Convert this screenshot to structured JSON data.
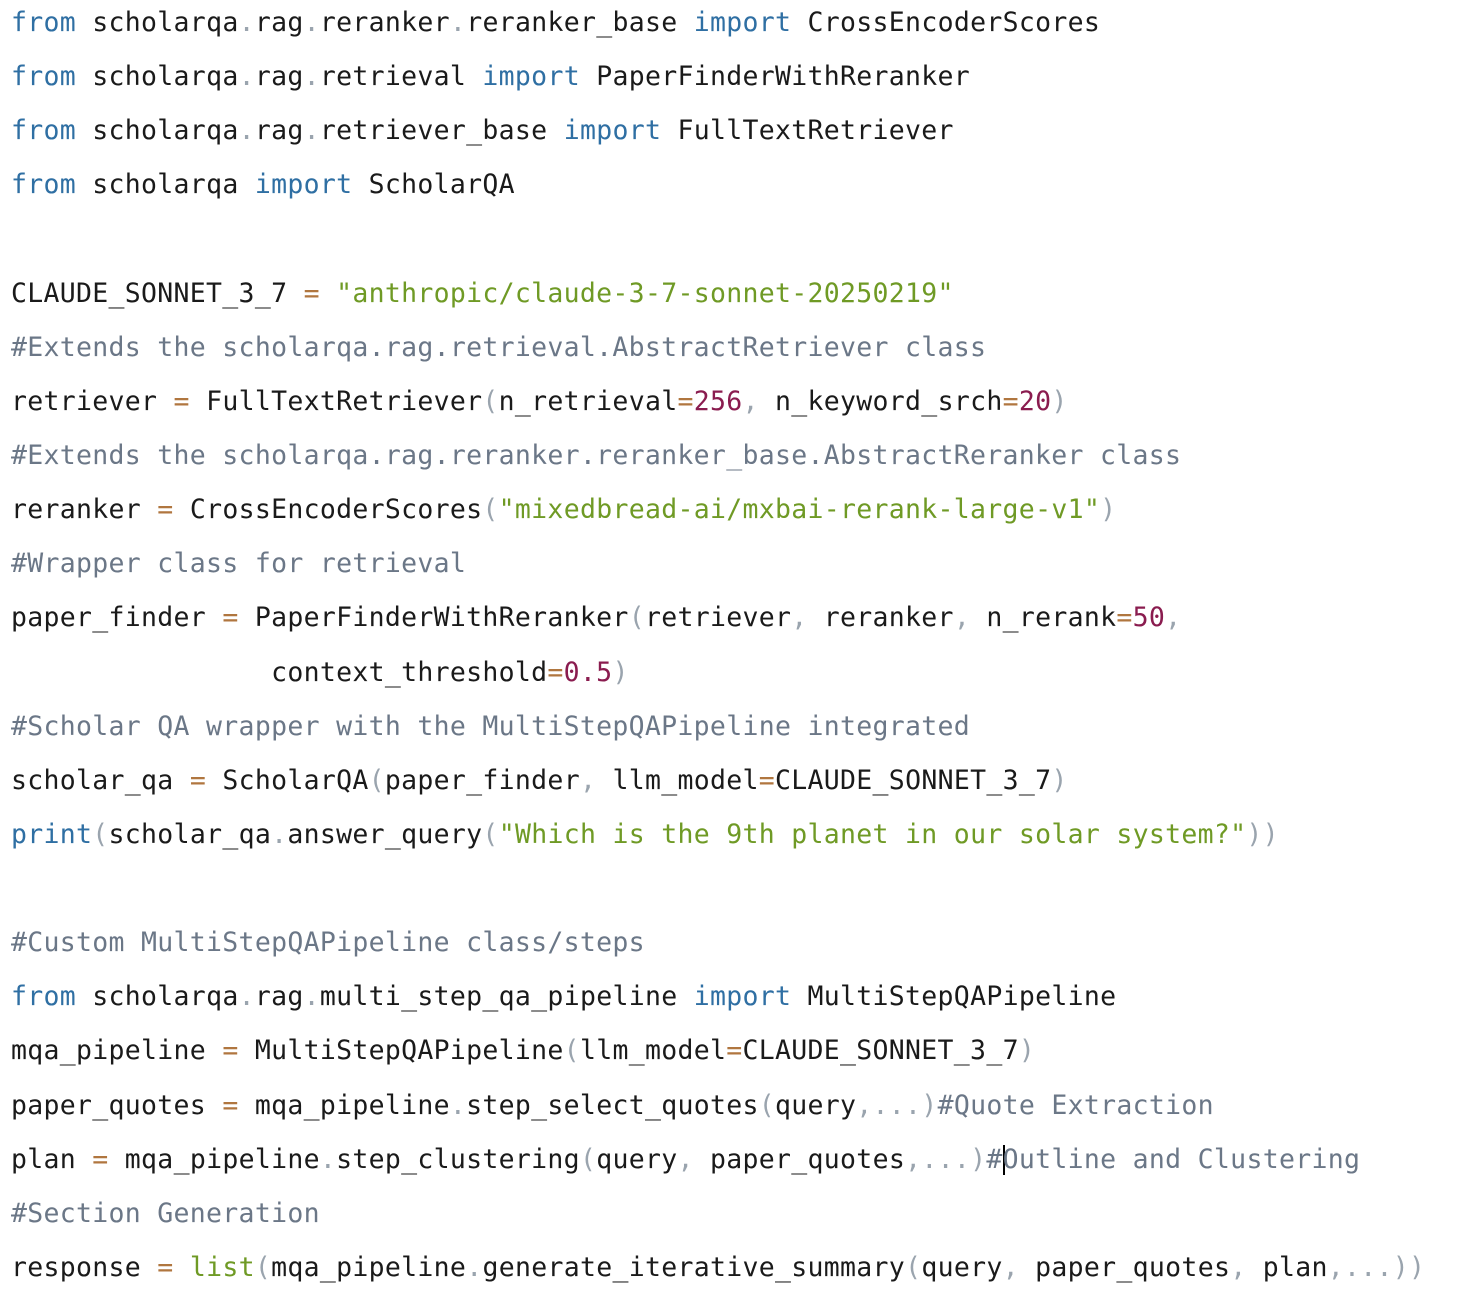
{
  "editor": {
    "colors": {
      "background": "#ffffff",
      "keyword": "#2f6fa3",
      "string": "#6f9a25",
      "number": "#8a1c4f",
      "comment": "#6b7787",
      "punctuation": "#9aa4ae",
      "operator": "#b0763f",
      "text": "#1a1a1a"
    },
    "lines": [
      [
        {
          "t": "from",
          "k": "keyword"
        },
        {
          "t": " scholarqa",
          "k": "name"
        },
        {
          "t": ".",
          "k": "punct"
        },
        {
          "t": "rag",
          "k": "name"
        },
        {
          "t": ".",
          "k": "punct"
        },
        {
          "t": "reranker",
          "k": "name"
        },
        {
          "t": ".",
          "k": "punct"
        },
        {
          "t": "reranker_base ",
          "k": "name"
        },
        {
          "t": "import",
          "k": "keyword"
        },
        {
          "t": " CrossEncoderScores",
          "k": "name"
        }
      ],
      [
        {
          "t": "from",
          "k": "keyword"
        },
        {
          "t": " scholarqa",
          "k": "name"
        },
        {
          "t": ".",
          "k": "punct"
        },
        {
          "t": "rag",
          "k": "name"
        },
        {
          "t": ".",
          "k": "punct"
        },
        {
          "t": "retrieval ",
          "k": "name"
        },
        {
          "t": "import",
          "k": "keyword"
        },
        {
          "t": " PaperFinderWithReranker",
          "k": "name"
        }
      ],
      [
        {
          "t": "from",
          "k": "keyword"
        },
        {
          "t": " scholarqa",
          "k": "name"
        },
        {
          "t": ".",
          "k": "punct"
        },
        {
          "t": "rag",
          "k": "name"
        },
        {
          "t": ".",
          "k": "punct"
        },
        {
          "t": "retriever_base ",
          "k": "name"
        },
        {
          "t": "import",
          "k": "keyword"
        },
        {
          "t": " FullTextRetriever",
          "k": "name"
        }
      ],
      [
        {
          "t": "from",
          "k": "keyword"
        },
        {
          "t": " scholarqa ",
          "k": "name"
        },
        {
          "t": "import",
          "k": "keyword"
        },
        {
          "t": " ScholarQA",
          "k": "name"
        }
      ],
      [],
      [
        {
          "t": "CLAUDE_SONNET_3_7 ",
          "k": "name"
        },
        {
          "t": "=",
          "k": "op"
        },
        {
          "t": " ",
          "k": "name"
        },
        {
          "t": "\"anthropic/claude-3-7-sonnet-20250219\"",
          "k": "string"
        }
      ],
      [
        {
          "t": "#Extends the scholarqa.rag.retrieval.AbstractRetriever class",
          "k": "comment"
        }
      ],
      [
        {
          "t": "retriever ",
          "k": "name"
        },
        {
          "t": "=",
          "k": "op"
        },
        {
          "t": " FullTextRetriever",
          "k": "name"
        },
        {
          "t": "(",
          "k": "punct"
        },
        {
          "t": "n_retrieval",
          "k": "name"
        },
        {
          "t": "=",
          "k": "op"
        },
        {
          "t": "256",
          "k": "number"
        },
        {
          "t": ",",
          "k": "punct"
        },
        {
          "t": " n_keyword_srch",
          "k": "name"
        },
        {
          "t": "=",
          "k": "op"
        },
        {
          "t": "20",
          "k": "number"
        },
        {
          "t": ")",
          "k": "punct"
        }
      ],
      [
        {
          "t": "#Extends the scholarqa.rag.reranker.reranker_base.AbstractReranker class",
          "k": "comment"
        }
      ],
      [
        {
          "t": "reranker ",
          "k": "name"
        },
        {
          "t": "=",
          "k": "op"
        },
        {
          "t": " CrossEncoderScores",
          "k": "name"
        },
        {
          "t": "(",
          "k": "punct"
        },
        {
          "t": "\"mixedbread-ai/mxbai-rerank-large-v1\"",
          "k": "string"
        },
        {
          "t": ")",
          "k": "punct"
        }
      ],
      [
        {
          "t": "#Wrapper class for retrieval",
          "k": "comment"
        }
      ],
      [
        {
          "t": "paper_finder ",
          "k": "name"
        },
        {
          "t": "=",
          "k": "op"
        },
        {
          "t": " PaperFinderWithReranker",
          "k": "name"
        },
        {
          "t": "(",
          "k": "punct"
        },
        {
          "t": "retriever",
          "k": "name"
        },
        {
          "t": ",",
          "k": "punct"
        },
        {
          "t": " reranker",
          "k": "name"
        },
        {
          "t": ",",
          "k": "punct"
        },
        {
          "t": " n_rerank",
          "k": "name"
        },
        {
          "t": "=",
          "k": "op"
        },
        {
          "t": "50",
          "k": "number"
        },
        {
          "t": ",",
          "k": "punct"
        }
      ],
      [
        {
          "t": "                context_threshold",
          "k": "name"
        },
        {
          "t": "=",
          "k": "op"
        },
        {
          "t": "0.5",
          "k": "number"
        },
        {
          "t": ")",
          "k": "punct"
        }
      ],
      [
        {
          "t": "#Scholar QA wrapper with the MultiStepQAPipeline integrated",
          "k": "comment"
        }
      ],
      [
        {
          "t": "scholar_qa ",
          "k": "name"
        },
        {
          "t": "=",
          "k": "op"
        },
        {
          "t": " ScholarQA",
          "k": "name"
        },
        {
          "t": "(",
          "k": "punct"
        },
        {
          "t": "paper_finder",
          "k": "name"
        },
        {
          "t": ",",
          "k": "punct"
        },
        {
          "t": " llm_model",
          "k": "name"
        },
        {
          "t": "=",
          "k": "op"
        },
        {
          "t": "CLAUDE_SONNET_3_7",
          "k": "name"
        },
        {
          "t": ")",
          "k": "punct"
        }
      ],
      [
        {
          "t": "print",
          "k": "builtin"
        },
        {
          "t": "(",
          "k": "punct"
        },
        {
          "t": "scholar_qa",
          "k": "name"
        },
        {
          "t": ".",
          "k": "punct"
        },
        {
          "t": "answer_query",
          "k": "name"
        },
        {
          "t": "(",
          "k": "punct"
        },
        {
          "t": "\"Which is the 9th planet in our solar system?\"",
          "k": "string"
        },
        {
          "t": "))",
          "k": "punct"
        }
      ],
      [],
      [
        {
          "t": "#Custom MultiStepQAPipeline class/steps",
          "k": "comment"
        }
      ],
      [
        {
          "t": "from",
          "k": "keyword"
        },
        {
          "t": " scholarqa",
          "k": "name"
        },
        {
          "t": ".",
          "k": "punct"
        },
        {
          "t": "rag",
          "k": "name"
        },
        {
          "t": ".",
          "k": "punct"
        },
        {
          "t": "multi_step_qa_pipeline ",
          "k": "name"
        },
        {
          "t": "import",
          "k": "keyword"
        },
        {
          "t": " MultiStepQAPipeline",
          "k": "name"
        }
      ],
      [
        {
          "t": "mqa_pipeline ",
          "k": "name"
        },
        {
          "t": "=",
          "k": "op"
        },
        {
          "t": " MultiStepQAPipeline",
          "k": "name"
        },
        {
          "t": "(",
          "k": "punct"
        },
        {
          "t": "llm_model",
          "k": "name"
        },
        {
          "t": "=",
          "k": "op"
        },
        {
          "t": "CLAUDE_SONNET_3_7",
          "k": "name"
        },
        {
          "t": ")",
          "k": "punct"
        }
      ],
      [
        {
          "t": "paper_quotes ",
          "k": "name"
        },
        {
          "t": "=",
          "k": "op"
        },
        {
          "t": " mqa_pipeline",
          "k": "name"
        },
        {
          "t": ".",
          "k": "punct"
        },
        {
          "t": "step_select_quotes",
          "k": "name"
        },
        {
          "t": "(",
          "k": "punct"
        },
        {
          "t": "query",
          "k": "name"
        },
        {
          "t": ",...)",
          "k": "punct"
        },
        {
          "t": "#Quote Extraction",
          "k": "comment"
        }
      ],
      [
        {
          "t": "plan ",
          "k": "name"
        },
        {
          "t": "=",
          "k": "op"
        },
        {
          "t": " mqa_pipeline",
          "k": "name"
        },
        {
          "t": ".",
          "k": "punct"
        },
        {
          "t": "step_clustering",
          "k": "name"
        },
        {
          "t": "(",
          "k": "punct"
        },
        {
          "t": "query",
          "k": "name"
        },
        {
          "t": ",",
          "k": "punct"
        },
        {
          "t": " paper_quotes",
          "k": "name"
        },
        {
          "t": ",...)",
          "k": "punct"
        },
        {
          "t": "#",
          "k": "comment"
        },
        {
          "t": "",
          "k": "caret"
        },
        {
          "t": "Outline and Clustering",
          "k": "comment"
        }
      ],
      [
        {
          "t": "#Section Generation",
          "k": "comment"
        }
      ],
      [
        {
          "t": "response ",
          "k": "name"
        },
        {
          "t": "=",
          "k": "op"
        },
        {
          "t": " ",
          "k": "name"
        },
        {
          "t": "list",
          "k": "builtin-green"
        },
        {
          "t": "(",
          "k": "punct"
        },
        {
          "t": "mqa_pipeline",
          "k": "name"
        },
        {
          "t": ".",
          "k": "punct"
        },
        {
          "t": "generate_iterative_summary",
          "k": "name"
        },
        {
          "t": "(",
          "k": "punct"
        },
        {
          "t": "query",
          "k": "name"
        },
        {
          "t": ",",
          "k": "punct"
        },
        {
          "t": " paper_quotes",
          "k": "name"
        },
        {
          "t": ",",
          "k": "punct"
        },
        {
          "t": " plan",
          "k": "name"
        },
        {
          "t": ",...))",
          "k": "punct"
        }
      ]
    ]
  }
}
